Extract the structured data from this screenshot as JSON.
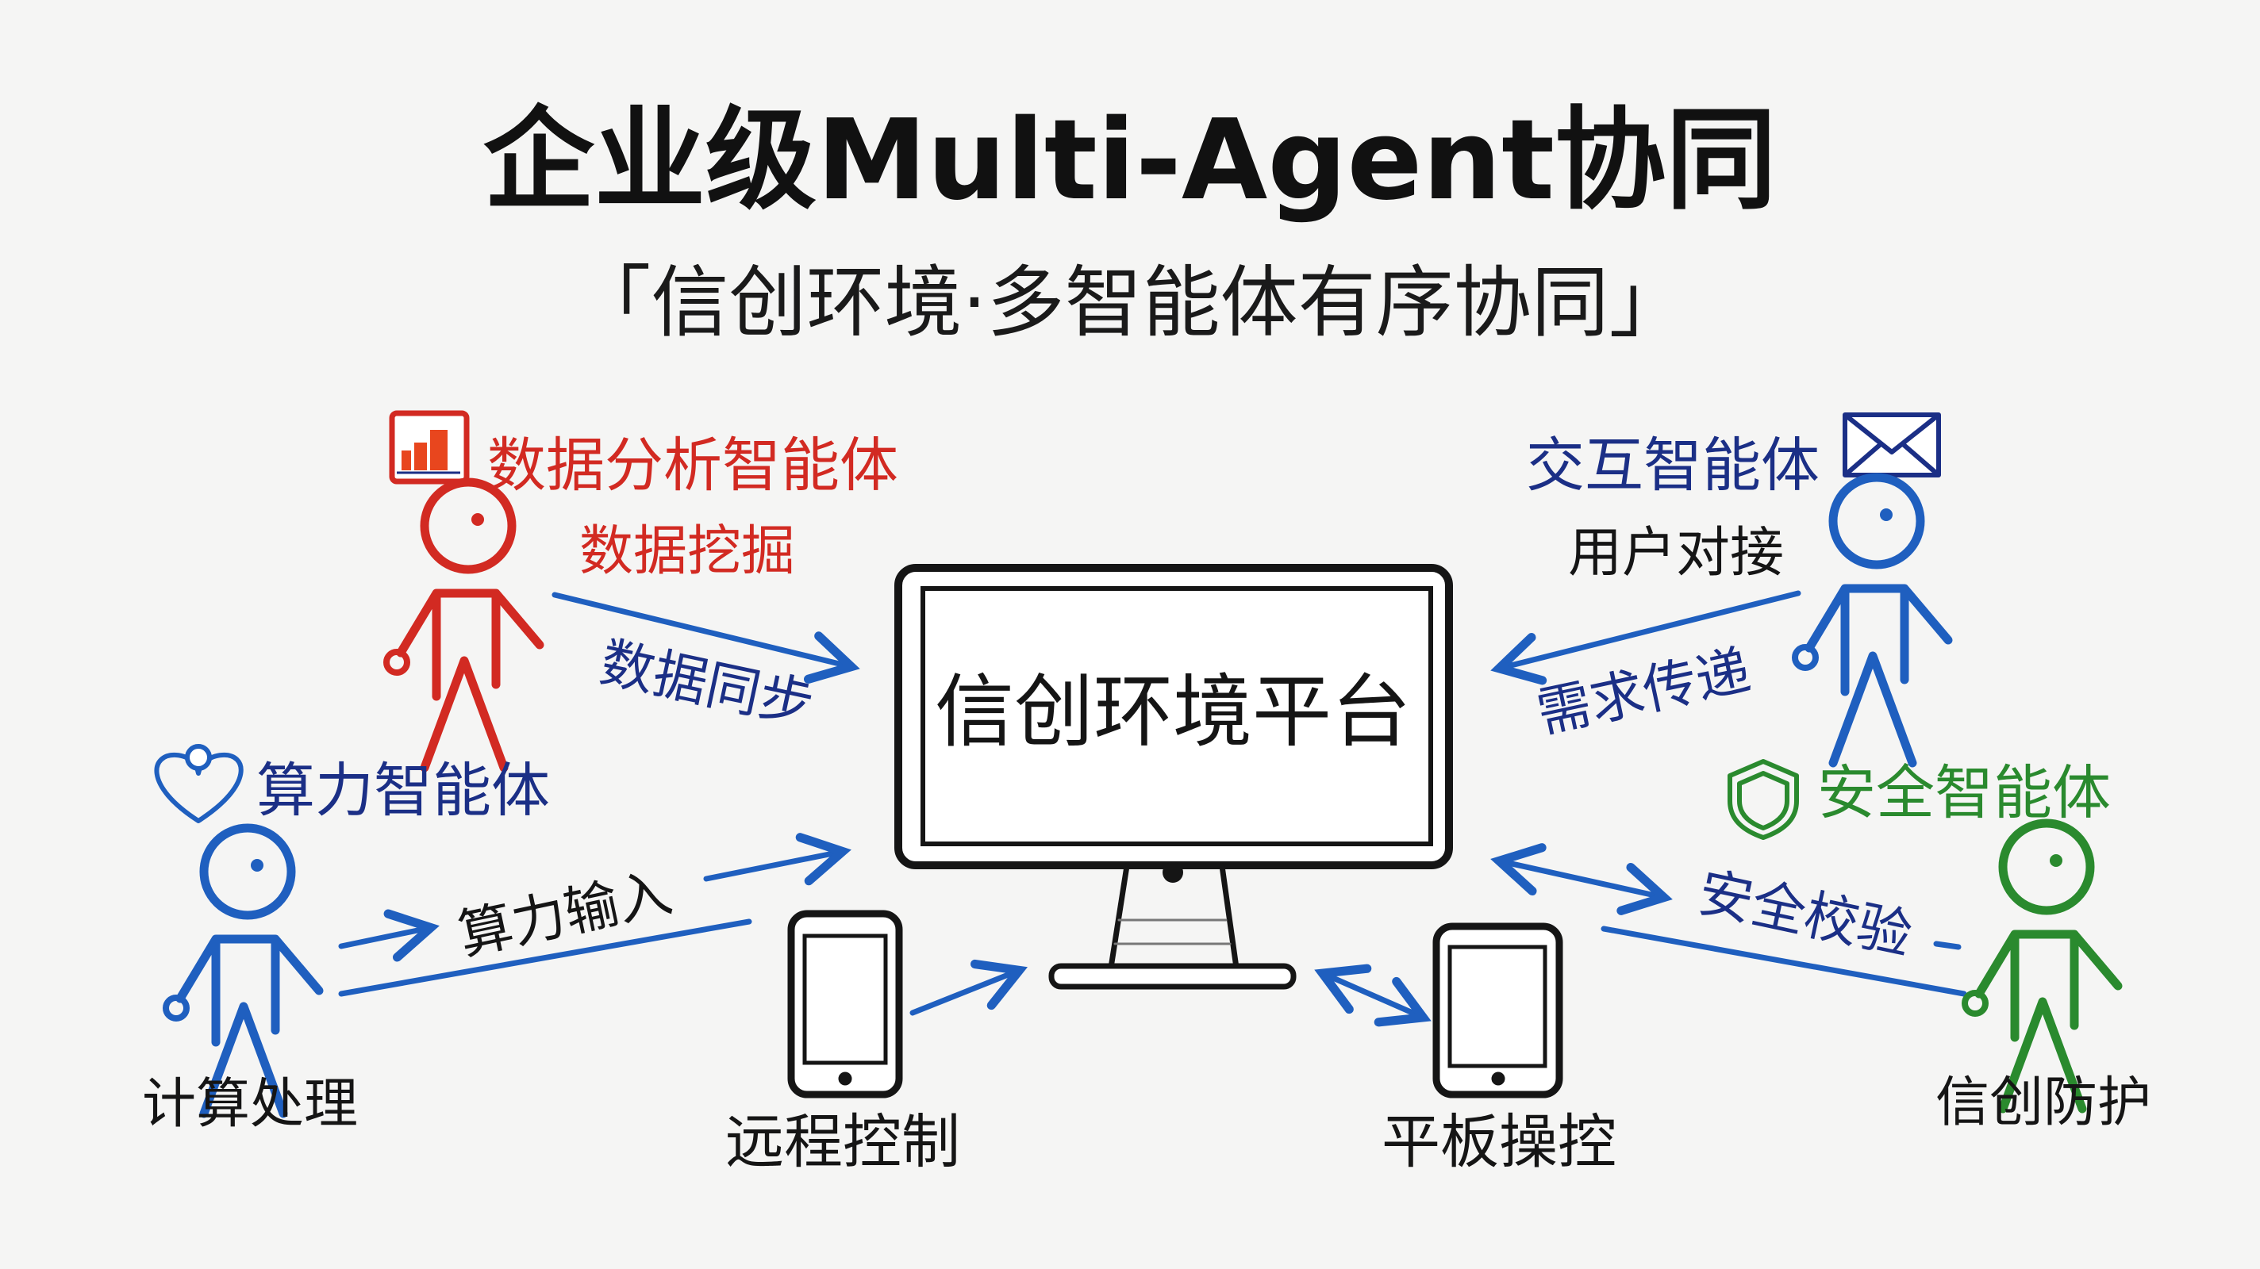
{
  "title": "企业级Multi-Agent协同",
  "subtitle": "「信创环境·多智能体有序协同」",
  "platform": {
    "label": "信创环境平台"
  },
  "agents": {
    "data_analysis": {
      "name": "数据分析智能体",
      "task": "数据挖掘",
      "flow": "数据同步",
      "icon": "bar-chart-icon",
      "color": "#d22a22"
    },
    "interaction": {
      "name": "交互智能体",
      "task": "用户对接",
      "flow": "需求传递",
      "icon": "envelope-icon",
      "color": "#1b2f86"
    },
    "compute": {
      "name": "算力智能体",
      "task": "计算处理",
      "flow": "算力输入",
      "icon": "heart-icon",
      "color": "#1b2f86"
    },
    "security": {
      "name": "安全智能体",
      "task": "信创防护",
      "flow": "安全校验",
      "icon": "shield-icon",
      "color": "#2a8a2e"
    }
  },
  "devices": {
    "phone": {
      "label": "远程控制"
    },
    "tablet": {
      "label": "平板操控"
    }
  },
  "colors": {
    "arrow": "#1f5fbf",
    "text_dark": "#151515"
  }
}
